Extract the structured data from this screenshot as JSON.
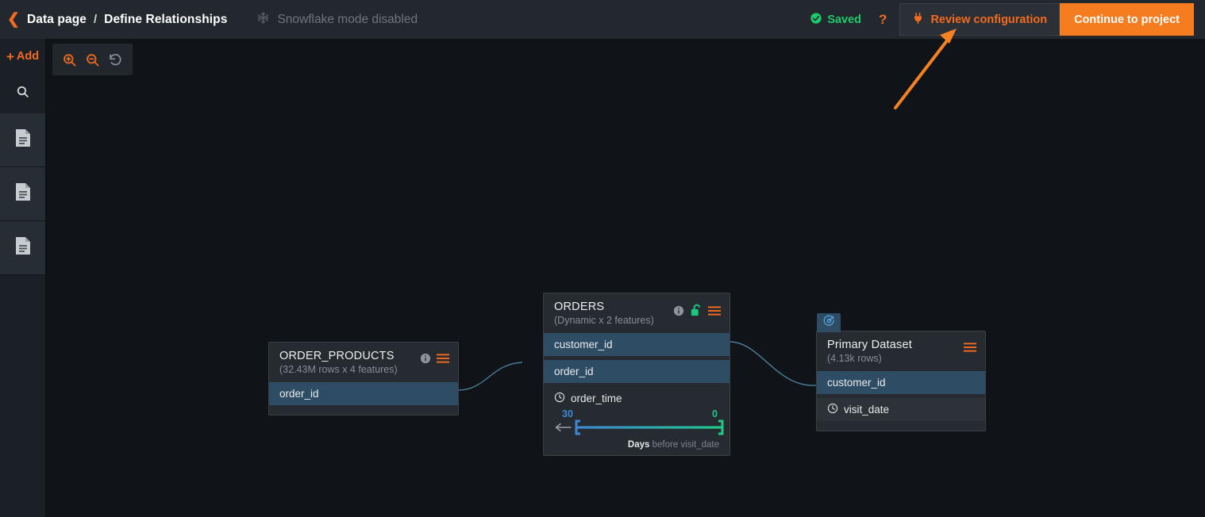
{
  "topbar": {
    "back_icon": "chevron-left-icon",
    "breadcrumb": {
      "parent": "Data page",
      "separator": "/",
      "current": "Define Relationships"
    },
    "snowflake": {
      "icon": "snowflake-icon",
      "label": "Snowflake mode disabled"
    },
    "saved": {
      "icon": "check-circle-icon",
      "label": "Saved",
      "color": "#1dc96b"
    },
    "help_label": "?",
    "review_config": {
      "icon": "plug-icon",
      "label": "Review configuration"
    },
    "continue": {
      "label": "Continue to project",
      "color": "#f57c1f"
    }
  },
  "sidebar": {
    "add_label": "Add",
    "add_plus": "+",
    "search_icon": "search-icon",
    "items": [
      {
        "icon": "dataset-file-icon"
      },
      {
        "icon": "dataset-file-icon"
      },
      {
        "icon": "dataset-file-icon"
      }
    ]
  },
  "canvas_toolbar": {
    "buttons": [
      {
        "icon": "zoom-in-icon",
        "color": "#f36b21"
      },
      {
        "icon": "zoom-out-icon",
        "color": "#f36b21"
      },
      {
        "icon": "reset-zoom-icon",
        "color": "#8b9299"
      }
    ]
  },
  "nodes": {
    "order_products": {
      "title": "ORDER_PRODUCTS",
      "subtitle": "(32.43M rows x 4 features)",
      "icons": [
        "info-icon",
        "menu-icon"
      ],
      "fields": [
        {
          "name": "order_id",
          "type": "key"
        }
      ]
    },
    "orders": {
      "title": "ORDERS",
      "subtitle": "(Dynamic x 2 features)",
      "icons": [
        "info-icon",
        "unlock-icon",
        "menu-icon"
      ],
      "fields": [
        {
          "name": "customer_id",
          "type": "key"
        },
        {
          "name": "order_id",
          "type": "key"
        }
      ],
      "time_field": {
        "icon": "clock-icon",
        "name": "order_time",
        "min_label": "30",
        "max_label": "0",
        "unit": "Days",
        "caption": "before visit_date",
        "min_color": "#3f87d6",
        "max_color": "#1ec98a"
      }
    },
    "primary_dataset": {
      "tab_icon": "target-icon",
      "title": "Primary Dataset",
      "subtitle": "(4.13k rows)",
      "icons": [
        "menu-icon"
      ],
      "fields": [
        {
          "name": "customer_id",
          "type": "key",
          "icon": null
        },
        {
          "name": "visit_date",
          "type": "plain",
          "icon": "clock-icon"
        }
      ]
    }
  },
  "annotation": {
    "arrow_color": "#f58220"
  }
}
